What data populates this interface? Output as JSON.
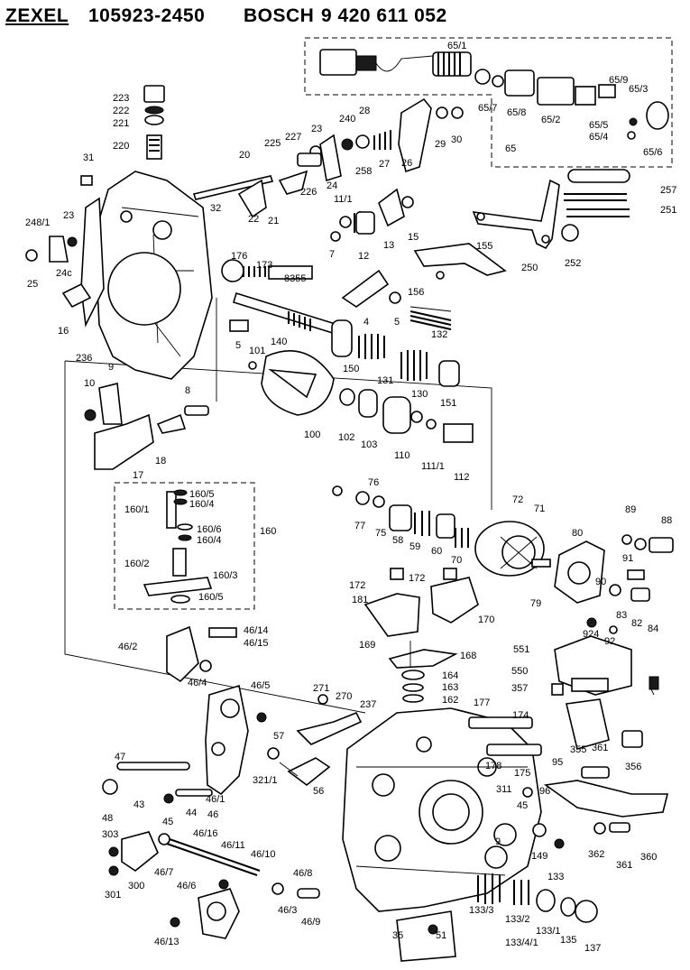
{
  "header": {
    "maker": "ZEXEL",
    "part_number": "105923-2450",
    "brand": "BOSCH",
    "bosch_number": "9 420 611 052"
  },
  "callouts": {
    "c65_1": "65/1",
    "c65_7": "65/7",
    "c65_8": "65/8",
    "c65_2": "65/2",
    "c65_9": "65/9",
    "c65_3": "65/3",
    "c65_5": "65/5",
    "c65_4": "65/4",
    "c65_6": "65/6",
    "c65": "65",
    "c223": "223",
    "c222": "222",
    "c221": "221",
    "c220": "220",
    "c31": "31",
    "c240": "240",
    "c28": "28",
    "c29": "29",
    "c30": "30",
    "c23a": "23",
    "c225": "225",
    "c227": "227",
    "c226": "226",
    "c24": "24",
    "c258": "258",
    "c27": "27",
    "c26": "26",
    "c20": "20",
    "c257": "257",
    "c251": "251",
    "c11_1": "11/1",
    "c15": "15",
    "c7": "7",
    "c12": "12",
    "c13": "13",
    "c22": "22",
    "c21": "21",
    "c32": "32",
    "c248_1": "248/1",
    "c23b": "23",
    "c24c": "24c",
    "c25": "25",
    "c16": "16",
    "c250": "250",
    "c252": "252",
    "c155": "155",
    "c176": "176",
    "c173": "173",
    "c8355": "8355",
    "c156": "156",
    "c4": "4",
    "c5a": "5",
    "c132": "132",
    "c5b": "5",
    "c101": "101",
    "c140": "140",
    "c150": "150",
    "c131": "131",
    "c130": "130",
    "c151": "151",
    "c236": "236",
    "c9": "9",
    "c10": "10",
    "c8": "8",
    "c17": "17",
    "c18": "18",
    "c100": "100",
    "c102": "102",
    "c103": "103",
    "c110": "110",
    "c111_1": "111/1",
    "c112": "112",
    "c160_5a": "160/5",
    "c160_4a": "160/4",
    "c160_1": "160/1",
    "c160_6": "160/6",
    "c160_4b": "160/4",
    "c160": "160",
    "c160_2": "160/2",
    "c160_3": "160/3",
    "c160_5b": "160/5",
    "c76": "76",
    "c77": "77",
    "c75": "75",
    "c58": "58",
    "c59": "59",
    "c60": "60",
    "c70": "70",
    "c72": "72",
    "c71": "71",
    "c79": "79",
    "c80": "80",
    "c89": "89",
    "c88": "88",
    "c91": "91",
    "c90": "90",
    "c83": "83",
    "c82": "82",
    "c84": "84",
    "c924": "924",
    "c92": "92",
    "c172a": "172",
    "c172b": "172",
    "c181": "181",
    "c170": "170",
    "c169": "169",
    "c168": "168",
    "c164": "164",
    "c163": "163",
    "c162": "162",
    "c46_14": "46/14",
    "c46_15": "46/15",
    "c46_2": "46/2",
    "c46_4": "46/4",
    "c46_5": "46/5",
    "c271": "271",
    "c270": "270",
    "c237": "237",
    "c57": "57",
    "c56": "56",
    "c551": "551",
    "c550": "550",
    "c357": "357",
    "c355": "355",
    "c361a": "361",
    "c356": "356",
    "c177": "177",
    "c174": "174",
    "c178": "178",
    "c175": "175",
    "c311": "311",
    "c95": "95",
    "c96": "96",
    "c45a": "45",
    "c9b": "9",
    "c149": "149",
    "c362": "362",
    "c361b": "361",
    "c360": "360",
    "c47": "47",
    "c43": "43",
    "c48": "48",
    "c44": "44",
    "c45b": "45",
    "c46_1": "46/1",
    "c46": "46",
    "c321_1": "321/1",
    "c303": "303",
    "c300": "300",
    "c301": "301",
    "c46_7": "46/7",
    "c46_16": "46/16",
    "c46_11": "46/11",
    "c46_10": "46/10",
    "c46_6": "46/6",
    "c46_8": "46/8",
    "c46_3": "46/3",
    "c46_9": "46/9",
    "c46_13": "46/13",
    "c35": "35",
    "c51": "51",
    "c133_3": "133/3",
    "c133_2": "133/2",
    "c133_4_1": "133/4/1",
    "c133": "133",
    "c133_1": "133/1",
    "c135": "135",
    "c137": "137"
  }
}
